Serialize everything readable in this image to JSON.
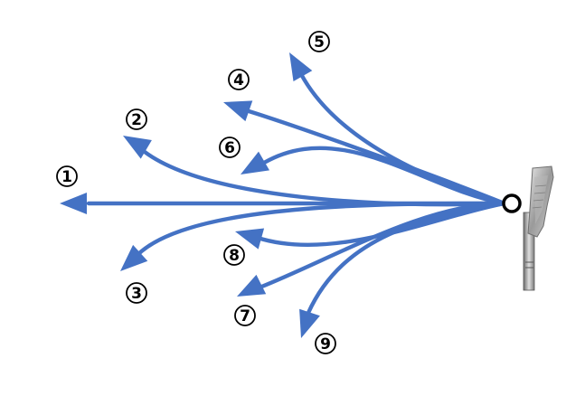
{
  "colors": {
    "arrow": "#4472C4",
    "ball_outline": "#000000",
    "label": "#000000"
  },
  "icons": {
    "ball": "golf-ball-icon",
    "club": "golf-iron-club-icon"
  },
  "paths": [
    {
      "label": "1"
    },
    {
      "label": "2"
    },
    {
      "label": "3"
    },
    {
      "label": "4"
    },
    {
      "label": "5"
    },
    {
      "label": "6"
    },
    {
      "label": "7"
    },
    {
      "label": "8"
    },
    {
      "label": "9"
    }
  ]
}
